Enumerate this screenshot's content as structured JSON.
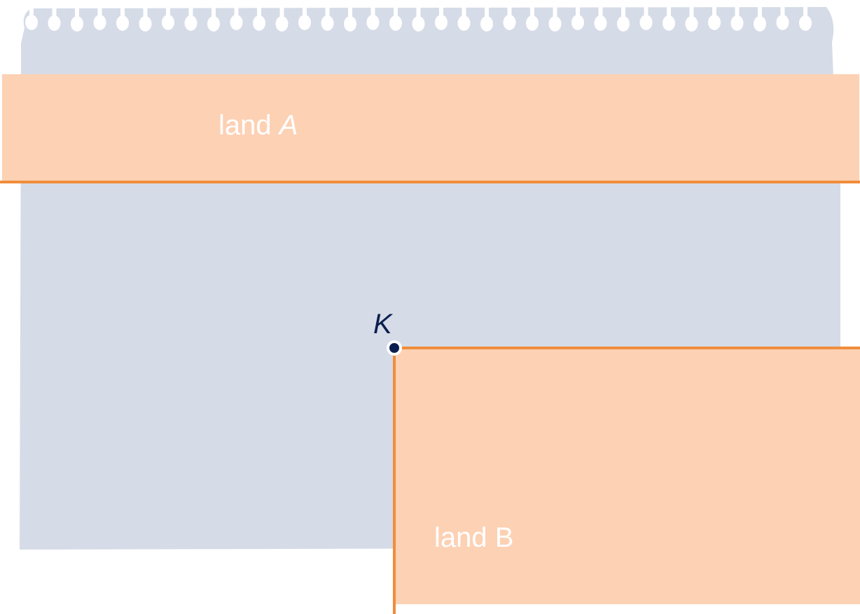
{
  "colors": {
    "background": "#ffffff",
    "paper": "#d5dbe7",
    "land_fill": "#fdd1b4",
    "land_edge": "#f08d3c",
    "point": "#0b1f4f",
    "point_outline": "#ffffff",
    "text_land": "#ffffff",
    "text_point": "#0b1f4f"
  },
  "land_a": {
    "word": "land ",
    "letter": "A"
  },
  "land_b": {
    "label": "land B"
  },
  "point_k": {
    "label": "K"
  }
}
